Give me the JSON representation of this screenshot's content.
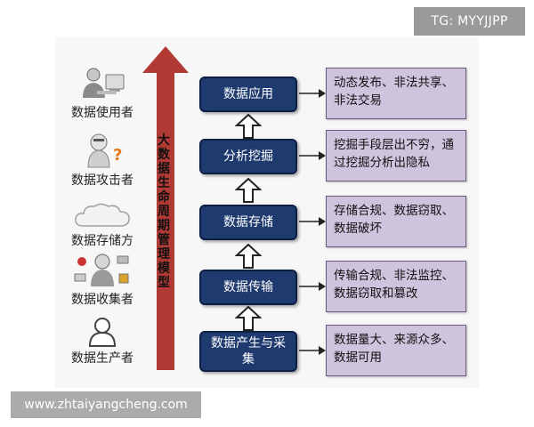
{
  "watermark": {
    "tag": "TG: MYYJJPP",
    "url": "www.zhtaiyangcheng.com"
  },
  "arrow_label": "大数据生命周期管理模型",
  "roles": [
    {
      "label": "数据使用者",
      "icon": "user-at-computer-icon"
    },
    {
      "label": "数据攻击者",
      "icon": "hacker-question-icon"
    },
    {
      "label": "数据存储方",
      "icon": "cloud-icon"
    },
    {
      "label": "数据收集者",
      "icon": "collector-with-devices-icon"
    },
    {
      "label": "数据生产者",
      "icon": "person-silhouette-icon"
    }
  ],
  "stages": [
    {
      "label": "数据应用",
      "desc": "动态发布、非法共享、非法交易"
    },
    {
      "label": "分析挖掘",
      "desc": "挖掘手段层出不穷，通过挖掘分析出隐私"
    },
    {
      "label": "数据存储",
      "desc": "存储合规、数据窃取、数据破坏"
    },
    {
      "label": "数据传输",
      "desc": "传输合规、非法监控、数据窃取和篡改"
    },
    {
      "label": "数据产生与采集",
      "desc": "数据量大、来源众多、数据可用"
    }
  ],
  "colors": {
    "arrow": "#b23a35",
    "stage_fill": "#1f3a6f",
    "desc_fill": "#cfc4dd"
  }
}
